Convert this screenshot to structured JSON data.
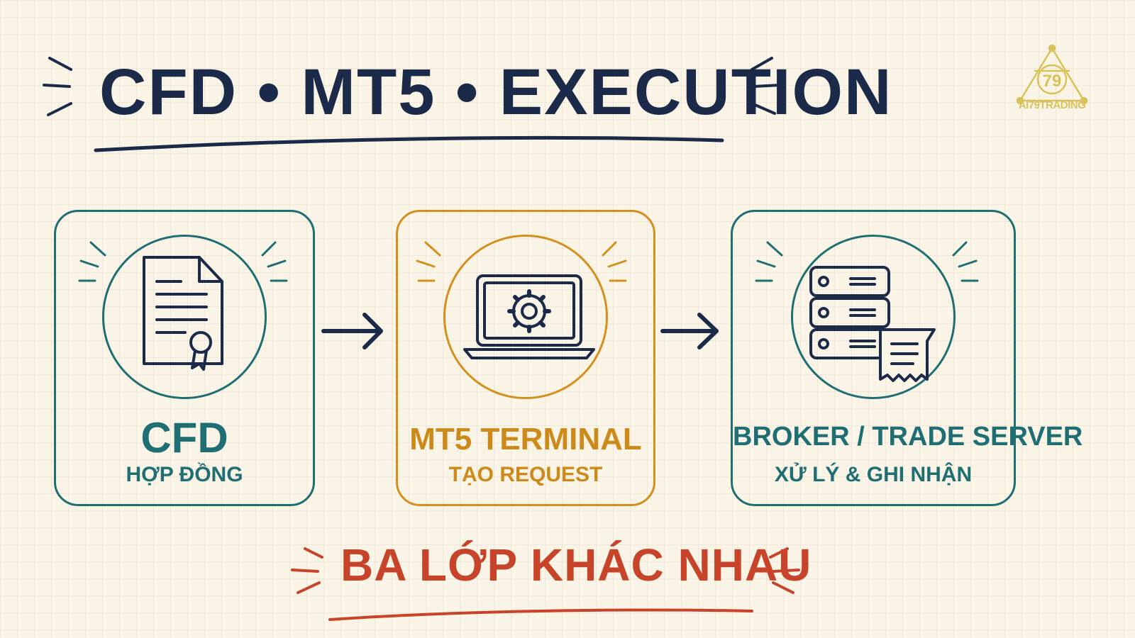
{
  "title": "CFD • MT5 • EXECUTION",
  "logo": {
    "mark": "79",
    "text": "AI79TRADING"
  },
  "cards": [
    {
      "title": "CFD",
      "subtitle": "HỢP ĐỒNG",
      "icon": "contract-document-icon",
      "color": "#1f6e74"
    },
    {
      "title": "MT5 TERMINAL",
      "subtitle": "TẠO REQUEST",
      "icon": "laptop-gear-icon",
      "color": "#d4901f"
    },
    {
      "title": "BROKER / TRADE SERVER",
      "subtitle": "XỬ LÝ & GHI NHẬN",
      "icon": "server-receipt-icon",
      "color": "#1f6e74"
    }
  ],
  "footer": "BA LỚP KHÁC NHAU",
  "colors": {
    "navy": "#1c2a4a",
    "teal": "#1f6e74",
    "orange": "#d4901f",
    "red": "#c7442a",
    "gold": "#d8c25a"
  }
}
